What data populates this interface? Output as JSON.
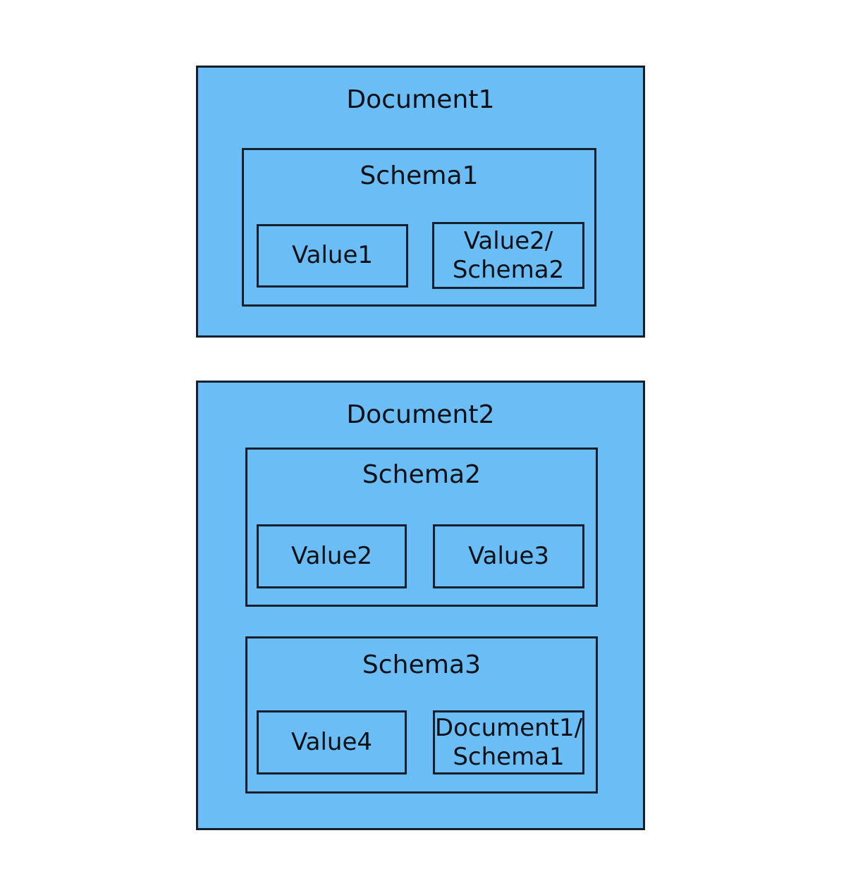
{
  "diagram": {
    "background_color": "#ffffff",
    "box_fill_color": "#6bbdf5",
    "box_border_color": "#15202e",
    "text_color": "#0b1016",
    "documents": [
      {
        "title": "Document1",
        "schemas": [
          {
            "title": "Schema1",
            "values": [
              {
                "label": "Value1"
              },
              {
                "label": "Value2/\nSchema2",
                "line1": "Value2/",
                "line2": "Schema2"
              }
            ]
          }
        ]
      },
      {
        "title": "Document2",
        "schemas": [
          {
            "title": "Schema2",
            "values": [
              {
                "label": "Value2"
              },
              {
                "label": "Value3"
              }
            ]
          },
          {
            "title": "Schema3",
            "values": [
              {
                "label": "Value4"
              },
              {
                "label": "Document1/\nSchema1",
                "line1": "Document1/",
                "line2": "Schema1"
              }
            ]
          }
        ]
      }
    ]
  }
}
